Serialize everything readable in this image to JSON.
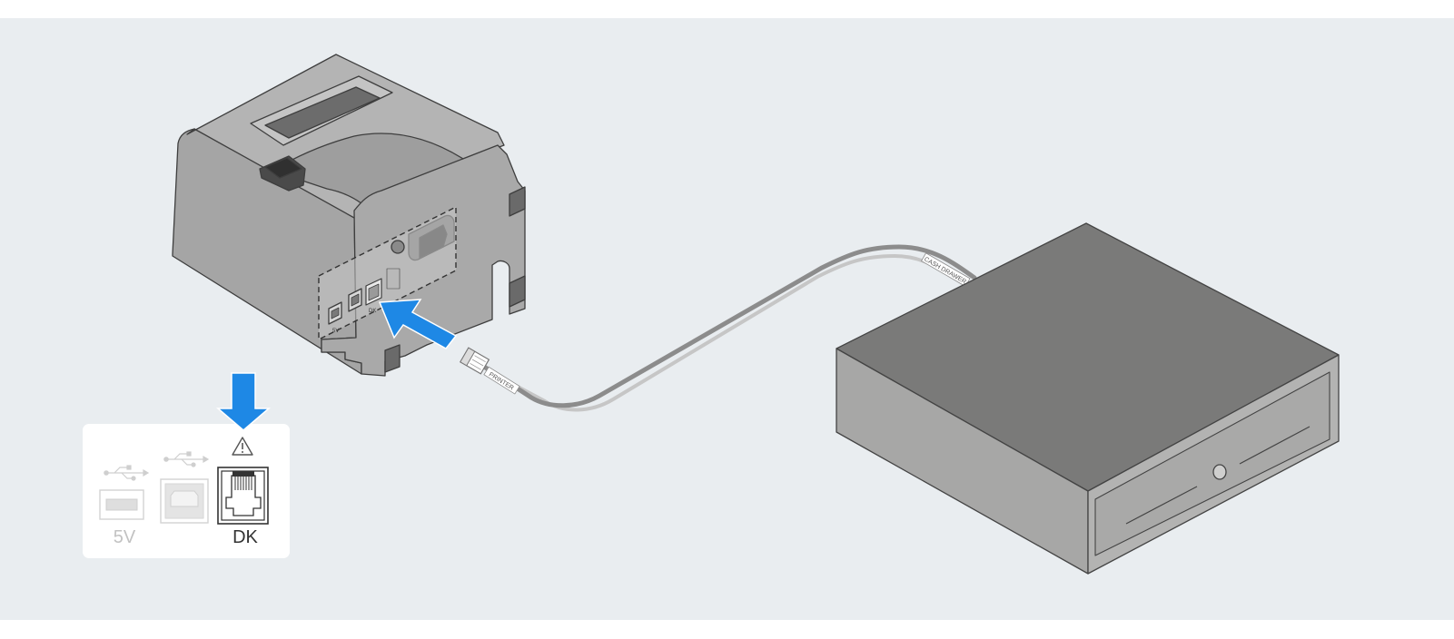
{
  "colors": {
    "background": "#e9edf0",
    "accent_blue": "#1e88e5",
    "printer_gray": "#a6a6a6",
    "drawer_top": "#7a7a79",
    "drawer_side": "#a7a7a6",
    "cable": "#8c8c8c"
  },
  "labels": {
    "cable_drawer_end": "CASH DRAWER",
    "cable_printer_end": "PRINTER",
    "port_5v": "5V",
    "port_dk": "DK",
    "printer_port_5v": "5V",
    "printer_port_dk": "DK"
  },
  "icons": {
    "usb_a": "usb-icon",
    "usb_b": "usb-icon",
    "dk_warning": "warning-triangle-icon",
    "insert_arrow": "arrow-icon",
    "highlight_arrow": "arrow-down-icon"
  }
}
